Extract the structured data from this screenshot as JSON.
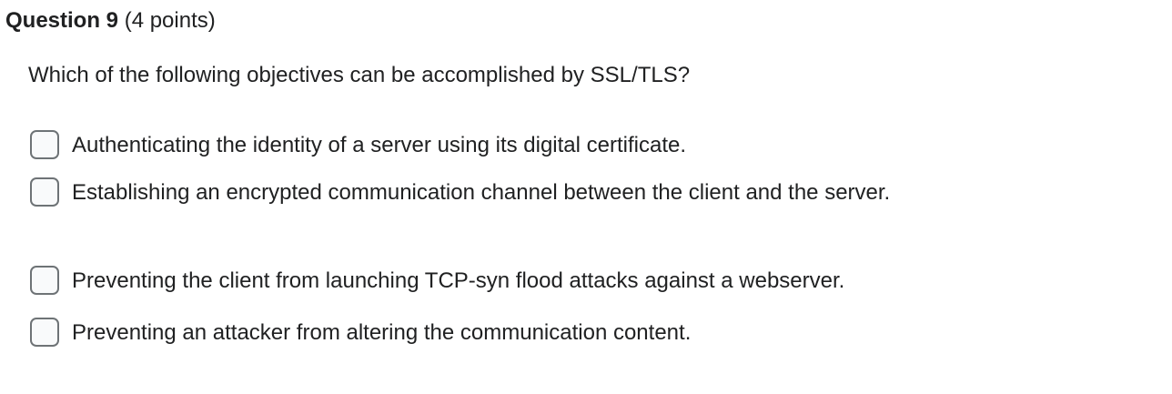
{
  "question": {
    "title": "Question 9",
    "points": "(4 points)",
    "prompt": "Which of the following objectives can be accomplished by SSL/TLS?"
  },
  "options": [
    {
      "label": "Authenticating the identity of a server using its digital certificate.",
      "checked": false
    },
    {
      "label": "Establishing an encrypted communication channel between the client and the server.",
      "checked": false
    },
    {
      "label": "Preventing the client from launching TCP-syn flood attacks against a webserver.",
      "checked": false
    },
    {
      "label": "Preventing an attacker from altering the communication content.",
      "checked": false
    }
  ],
  "colors": {
    "text": "#202122",
    "checkbox_border": "#6e7376",
    "checkbox_fill": "#f9fafb"
  }
}
